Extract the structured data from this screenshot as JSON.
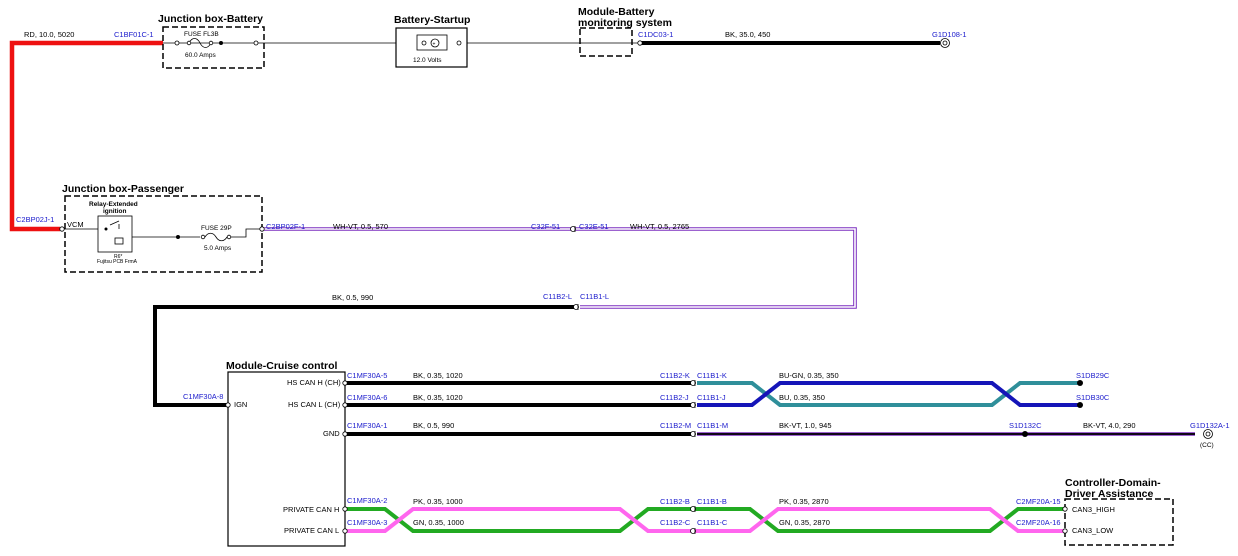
{
  "modules": {
    "jb_battery": "Junction box-Battery",
    "battery": "Battery-Startup",
    "bms_line1": "Module-Battery",
    "bms_line2": "monitoring system",
    "jb_passenger": "Junction box-Passenger",
    "relay_line1": "Relay-Extended",
    "relay_line2": "ignition",
    "relay_code": "R6*",
    "relay_maker": "Fujitsu PCB FrmA",
    "cruise": "Module-Cruise control",
    "cdda_line1": "Controller-Domain-",
    "cdda_line2": "Driver Assistance"
  },
  "fuses": {
    "fl3b_name": "FUSE FL3B",
    "fl3b_rating": "60.0 Amps",
    "f29p_name": "FUSE 29P",
    "f29p_rating": "5.0 Amps",
    "battery_voltage": "12.0 Volts"
  },
  "pins": {
    "vcm": "VCM",
    "ign": "IGN",
    "hs_can_h": "HS CAN H (CH)",
    "hs_can_l": "HS CAN L (CH)",
    "gnd": "GND",
    "private_can_h": "PRIVATE CAN H",
    "private_can_l": "PRIVATE CAN L",
    "can3_high": "CAN3_HIGH",
    "can3_low": "CAN3_LOW"
  },
  "connectors": {
    "c1bf01c_1": "C1BF01C-1",
    "c1dc03_1": "C1DC03-1",
    "g1d108_1": "G1D108-1",
    "c2bp02j_1": "C2BP02J-1",
    "c2bp02f_1": "C2BP02F-1",
    "c32f_51": "C32F-51",
    "c32e_51": "C32E-51",
    "c11b2_l": "C11B2-L",
    "c11b1_l": "C11B1-L",
    "c1mf30a_8": "C1MF30A-8",
    "c1mf30a_5": "C1MF30A-5",
    "c1mf30a_6": "C1MF30A-6",
    "c1mf30a_1": "C1MF30A-1",
    "c1mf30a_2": "C1MF30A-2",
    "c1mf30a_3": "C1MF30A-3",
    "c11b2_k": "C11B2-K",
    "c11b1_k": "C11B1-K",
    "c11b2_j": "C11B2-J",
    "c11b1_j": "C11B1-J",
    "c11b2_m": "C11B2-M",
    "c11b1_m": "C11B1-M",
    "c11b2_b": "C11B2-B",
    "c11b1_b": "C11B1-B",
    "c11b2_c": "C11B2-C",
    "c11b1_c": "C11B1-C",
    "s1db29c": "S1DB29C",
    "s1db30c": "S1DB30C",
    "s1d132c": "S1D132C",
    "g1d132a_1": "G1D132A-1",
    "cc": "(CC)",
    "c2mf20a_15": "C2MF20A-15",
    "c2mf20a_16": "C2MF20A-16"
  },
  "wires": {
    "rd_10_5020": "RD,  10.0,  5020",
    "bk_35_450": "BK,  35.0,  450",
    "wh_vt_570": "WH-VT,  0.5,  570",
    "wh_vt_2765": "WH-VT,  0.5,  2765",
    "bk_05_990_top": "BK,  0.5,  990",
    "bk_035_1020_a": "BK,  0.35,  1020",
    "bk_035_1020_b": "BK,  0.35,  1020",
    "bu_gn_350": "BU-GN,  0.35,  350",
    "bu_350": "BU,  0.35,  350",
    "bk_05_990_gnd": "BK,  0.5,  990",
    "bk_vt_945": "BK-VT,  1.0,  945",
    "bk_vt_290": "BK-VT,  4.0,  290",
    "pk_1000": "PK,  0.35,  1000",
    "gn_1000": "GN,  0.35,  1000",
    "pk_2870": "PK,  0.35,  2870",
    "gn_2870": "GN,  0.35,  2870"
  },
  "colors": {
    "red": "#ee1111",
    "black": "#000000",
    "blue": "#1515b8",
    "teal": "#2f8f9a",
    "violet": "#7b2fbf",
    "pink": "#ff66ee",
    "green": "#22aa22",
    "connector_text": "#1a1acc"
  }
}
